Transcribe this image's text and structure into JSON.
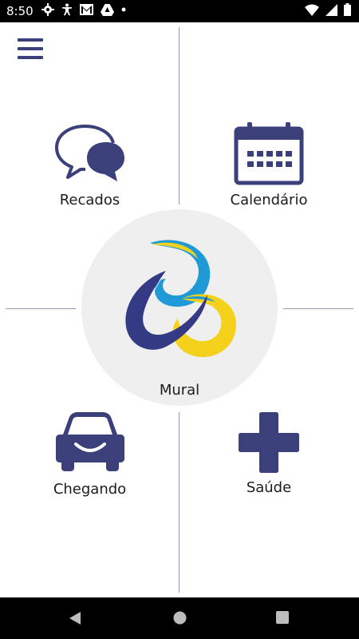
{
  "status_bar": {
    "time": "8:50",
    "icons": [
      "gear-icon",
      "accessibility-icon",
      "mail-icon",
      "drive-icon",
      "dot-icon",
      "wifi-icon",
      "signal-icon",
      "battery-icon"
    ]
  },
  "menu": {
    "icon": "hamburger-menu-icon"
  },
  "tiles": {
    "recados": {
      "label": "Recados",
      "icon": "chat-bubbles-icon"
    },
    "calendario": {
      "label": "Calendário",
      "icon": "calendar-icon"
    },
    "mural": {
      "label": "Mural",
      "icon": "logo-icon"
    },
    "chegando": {
      "label": "Chegando",
      "icon": "car-icon"
    },
    "saude": {
      "label": "Saúde",
      "icon": "plus-cross-icon"
    }
  },
  "colors": {
    "primary": "#3b3f7a",
    "logo_blue": "#1f9ad6",
    "logo_yellow": "#f4d11a",
    "circle_bg": "#efefef"
  },
  "nav_bar": {
    "icons": [
      "back-icon",
      "home-icon",
      "recents-icon"
    ]
  }
}
